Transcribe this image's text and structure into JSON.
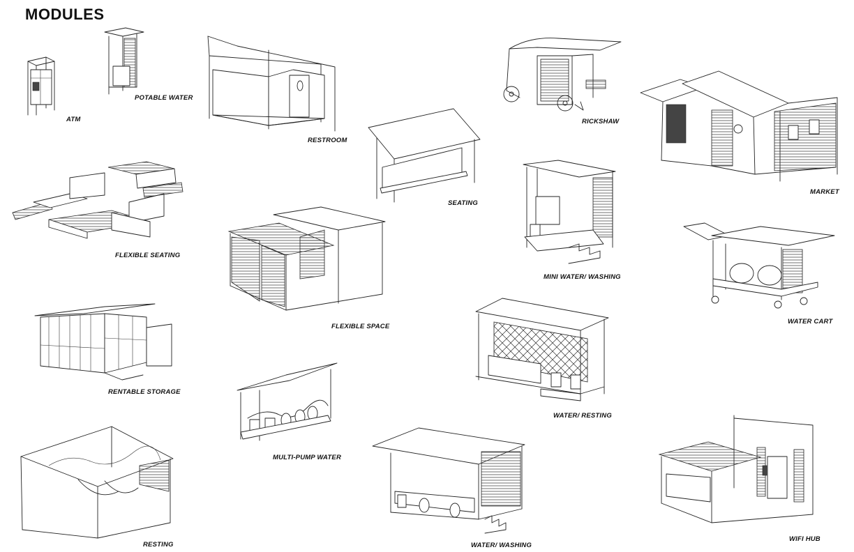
{
  "title": "MODULES",
  "modules": [
    {
      "id": "atm",
      "label": "ATM"
    },
    {
      "id": "potable-water",
      "label": "POTABLE WATER"
    },
    {
      "id": "restroom",
      "label": "RESTROOM"
    },
    {
      "id": "rickshaw",
      "label": "RICKSHAW"
    },
    {
      "id": "market",
      "label": "MARKET"
    },
    {
      "id": "seating",
      "label": "SEATING"
    },
    {
      "id": "flexible-seating",
      "label": "FLEXIBLE SEATING"
    },
    {
      "id": "mini-water-washing",
      "label": "MINI WATER/ WASHING"
    },
    {
      "id": "flexible-space",
      "label": "FLEXIBLE SPACE"
    },
    {
      "id": "water-cart",
      "label": "WATER CART"
    },
    {
      "id": "rentable-storage",
      "label": "RENTABLE STORAGE"
    },
    {
      "id": "water-resting",
      "label": "WATER/ RESTING"
    },
    {
      "id": "multi-pump-water",
      "label": "MULTI-PUMP WATER"
    },
    {
      "id": "resting",
      "label": "RESTING"
    },
    {
      "id": "water-washing",
      "label": "WATER/ WASHING"
    },
    {
      "id": "wifi-hub",
      "label": "WIFI HUB"
    }
  ]
}
